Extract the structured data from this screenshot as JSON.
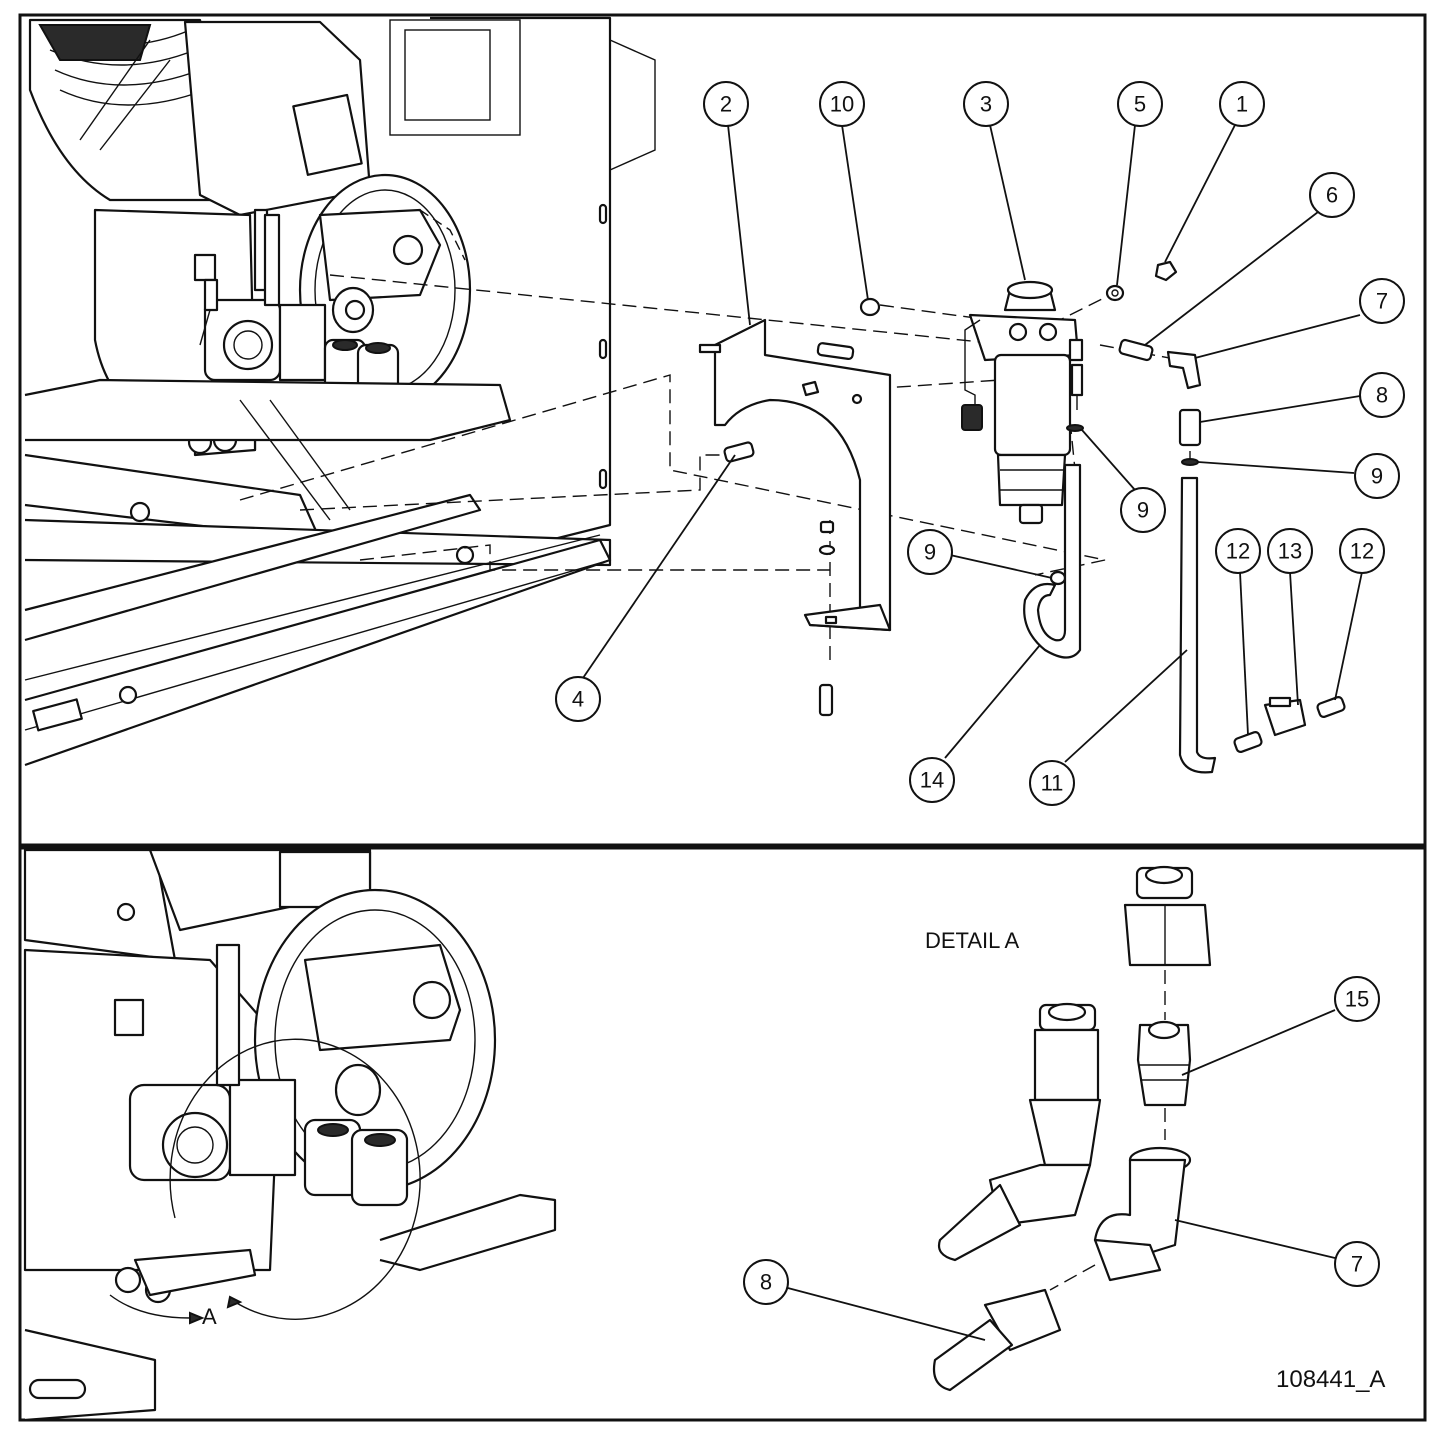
{
  "labels": {
    "detail_title": "DETAIL A",
    "view_letter": "A",
    "drawing_number": "108441_A"
  },
  "balloons": [
    {
      "id": "b-top-2",
      "number": "2"
    },
    {
      "id": "b-top-10",
      "number": "10"
    },
    {
      "id": "b-top-3",
      "number": "3"
    },
    {
      "id": "b-top-5",
      "number": "5"
    },
    {
      "id": "b-top-1",
      "number": "1"
    },
    {
      "id": "b-top-6",
      "number": "6"
    },
    {
      "id": "b-top-7",
      "number": "7"
    },
    {
      "id": "b-top-8",
      "number": "8"
    },
    {
      "id": "b-top-9a",
      "number": "9"
    },
    {
      "id": "b-top-9b",
      "number": "9"
    },
    {
      "id": "b-top-9c",
      "number": "9"
    },
    {
      "id": "b-top-12a",
      "number": "12"
    },
    {
      "id": "b-top-13",
      "number": "13"
    },
    {
      "id": "b-top-12b",
      "number": "12"
    },
    {
      "id": "b-top-4",
      "number": "4"
    },
    {
      "id": "b-top-14",
      "number": "14"
    },
    {
      "id": "b-top-11",
      "number": "11"
    },
    {
      "id": "b-det-15",
      "number": "15"
    },
    {
      "id": "b-det-7",
      "number": "7"
    },
    {
      "id": "b-det-8",
      "number": "8"
    }
  ]
}
